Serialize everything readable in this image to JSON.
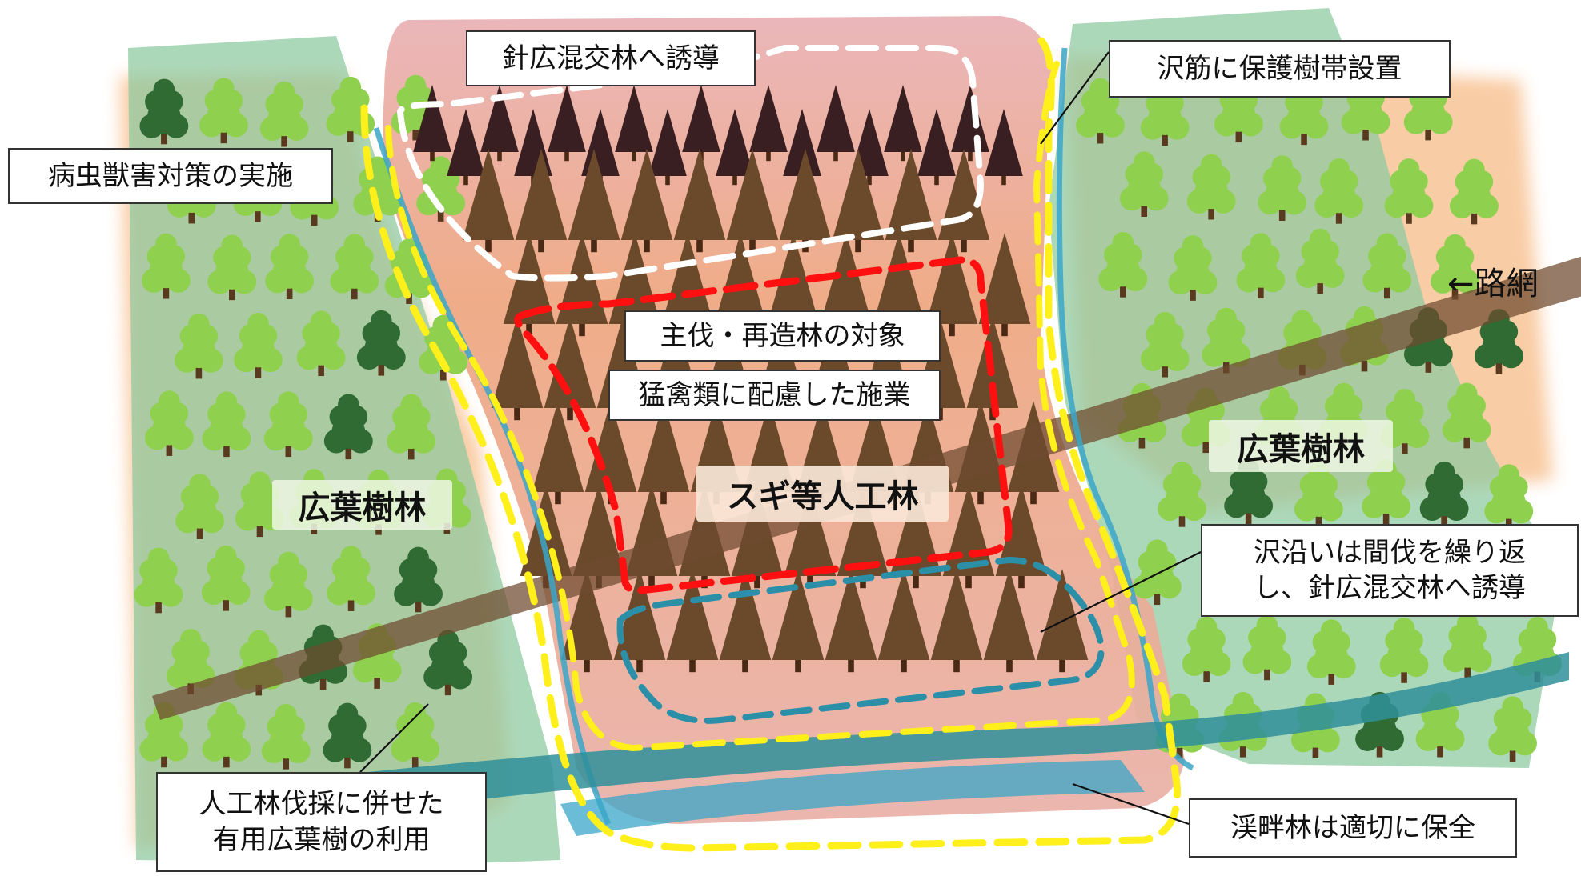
{
  "labels": {
    "conifer_broadleaf_guidance": "針広混交林へ誘導",
    "pest_control": "病虫獣害対策の実施",
    "stream_buffer": "沢筋に保護樹帯設置",
    "road_network": "←路網",
    "main_harvest_target": "主伐・再造林の対象",
    "raptor_consideration": "猛禽類に配慮した施業",
    "broadleaf_forest_left": "広葉樹林",
    "broadleaf_forest_right": "広葉樹林",
    "cedar_plantation": "スギ等人工林",
    "along_stream_line1": "沢沿いは間伐を繰り返",
    "along_stream_line2": "し、針広混交林へ誘導",
    "useful_broadleaf_line1": "人工林伐採に併せた",
    "useful_broadleaf_line2": "有用広葉樹の利用",
    "riparian_conservation": "渓畔林は適切に保全"
  },
  "colors": {
    "broadleaf_zone": "#8cc9a0",
    "plantation_zone": "#e8a9ab",
    "orange_glow": "#f4a35a",
    "road": "#6e4a2e",
    "stream": "#3aa6c8",
    "river": "#2f8f9a",
    "light_tree": "#8fd14f",
    "dark_tree": "#2f6b33",
    "cedar_tree": "#6b4a2b",
    "dark_cedar": "#3a1f22",
    "yellow_dash": "#ffef1a",
    "white_dash": "#ffffff",
    "red_dash": "#ff1010",
    "blue_dash": "#2c8fa8"
  }
}
